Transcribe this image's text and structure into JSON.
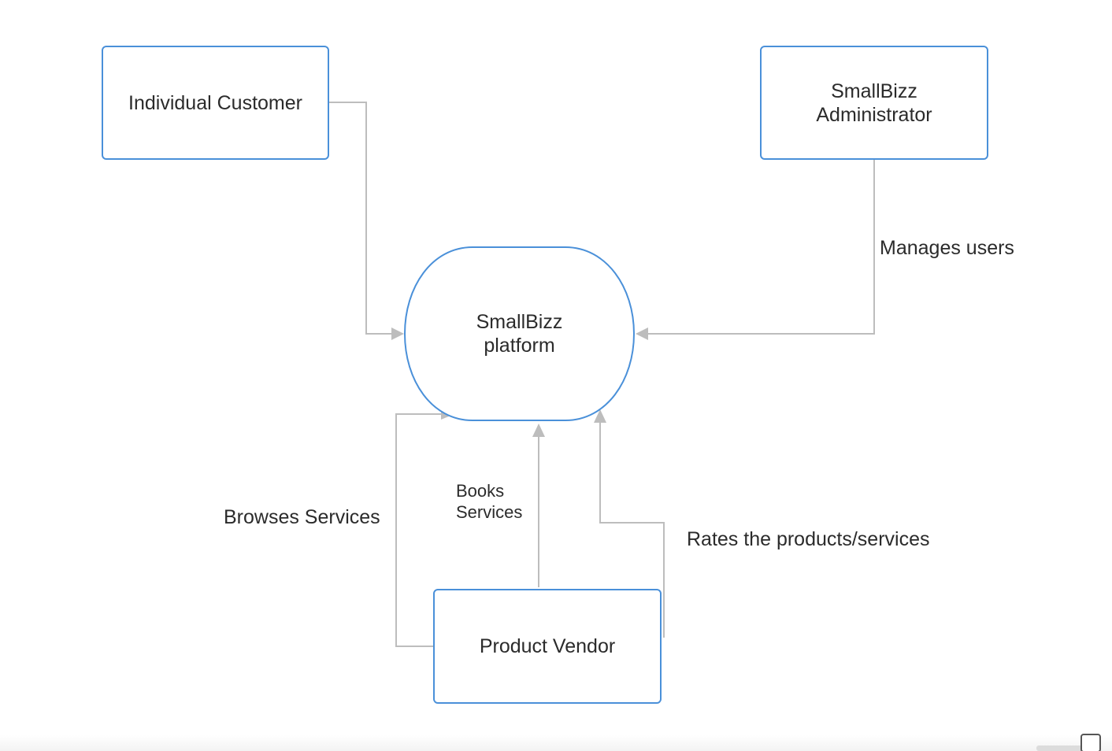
{
  "diagram": {
    "nodes": {
      "customer": "Individual Customer",
      "admin": "SmallBizz\nAdministrator",
      "platform": "SmallBizz\nplatform",
      "vendor": "Product Vendor"
    },
    "edges": [
      {
        "from": "Individual Customer",
        "to": "SmallBizz platform",
        "label": ""
      },
      {
        "from": "SmallBizz Administrator",
        "to": "SmallBizz platform",
        "label": "Manages users"
      },
      {
        "from": "Product Vendor",
        "to": "SmallBizz platform",
        "label": "Browses Services"
      },
      {
        "from": "Product Vendor",
        "to": "SmallBizz platform",
        "label": "Books\nServices"
      },
      {
        "from": "Product Vendor",
        "to": "SmallBizz platform",
        "label": "Rates the products/services"
      }
    ],
    "colors": {
      "node_border": "#4a90d9",
      "edge": "#bdbdbd",
      "text": "#2b2b2b"
    }
  }
}
